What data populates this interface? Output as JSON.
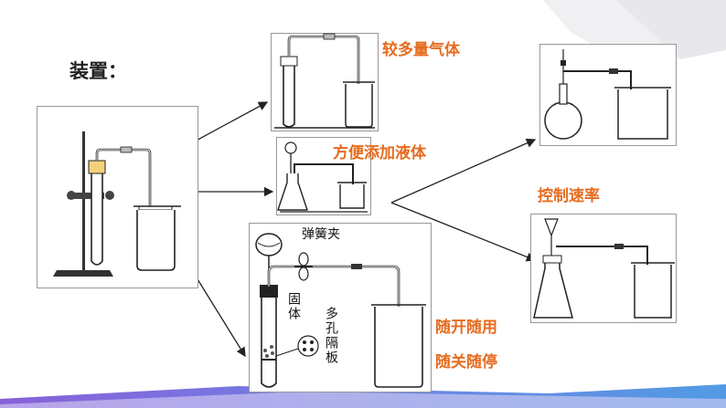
{
  "heading": "装置：",
  "labels": {
    "more_gas": "较多量气体",
    "add_liquid": "方便添加液体",
    "control_rate": "控制速率",
    "start_stop_1": "随开随用",
    "start_stop_2": "随关随停",
    "spring_clip": "弹簧夹",
    "solid": "固体",
    "porous_plate": "多孔隔板"
  },
  "colors": {
    "accent": "#e66b1e",
    "stripe_purple": "#7b4fd6",
    "stripe_blue": "#3f8fe0",
    "line": "#1a1a1a"
  }
}
